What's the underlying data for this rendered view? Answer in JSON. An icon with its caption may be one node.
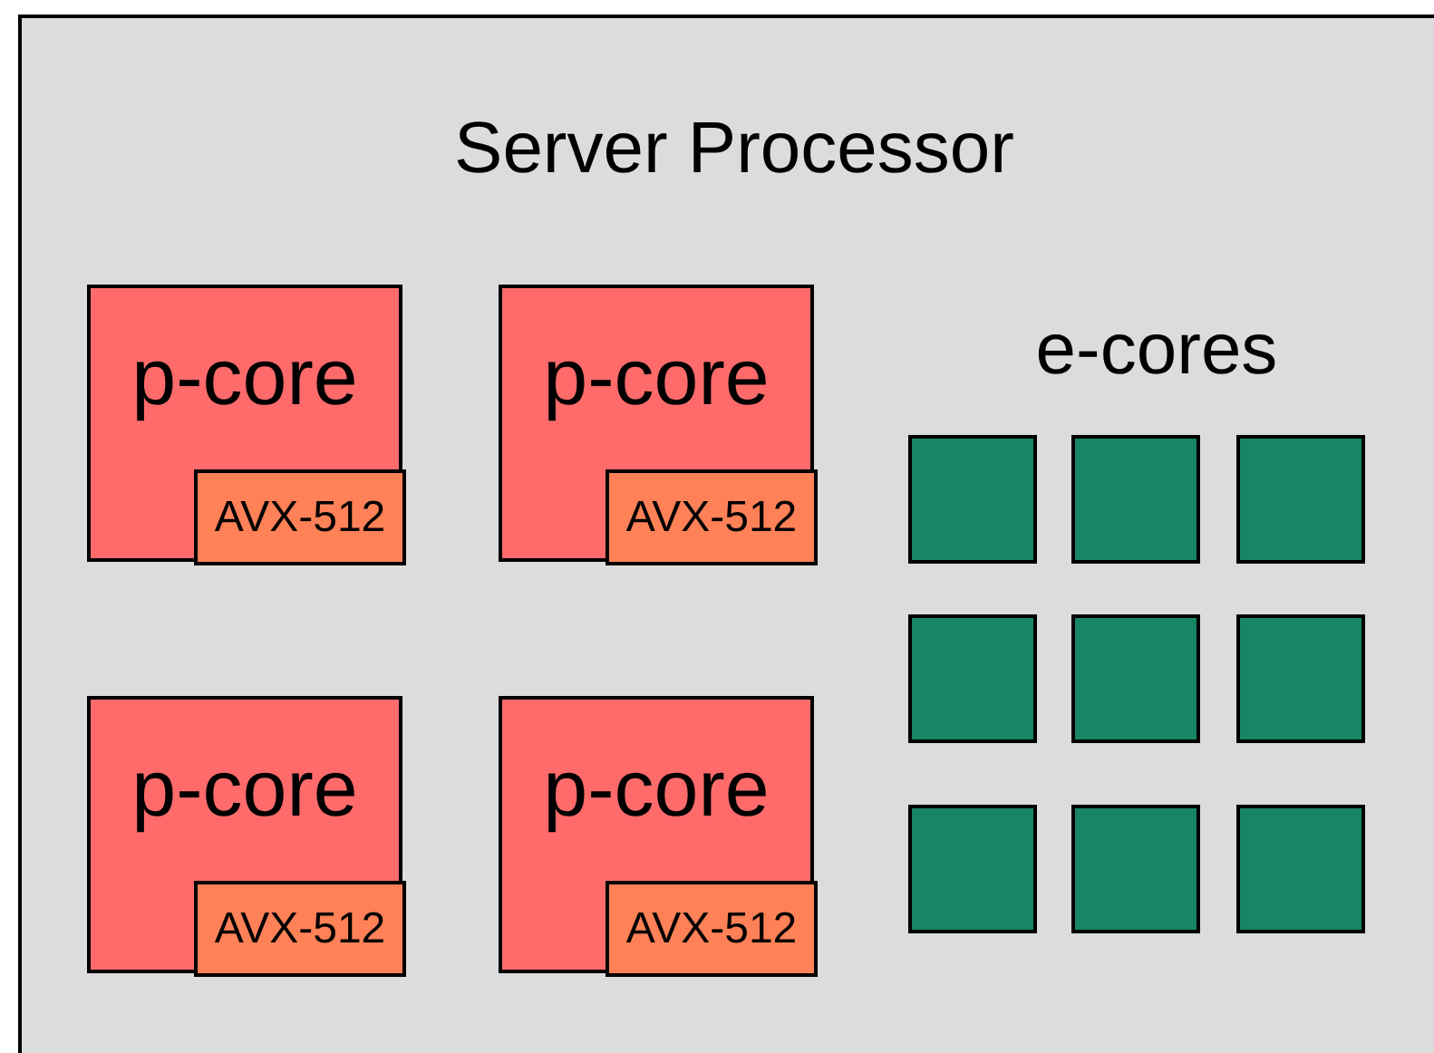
{
  "diagram": {
    "nodes": [
      {
        "text": [
          "Server Processor"
        ]
      },
      {
        "text": [
          "p-core"
        ],
        "in": 0
      },
      {
        "text": [
          "AVX-512"
        ],
        "in": 1
      },
      {
        "text": [
          "p-core"
        ],
        "in": 0
      },
      {
        "text": [
          "AVX-512"
        ],
        "in": 3
      },
      {
        "text": [],
        "shape": "box",
        "in": 0
      },
      {
        "text": [],
        "shape": "box",
        "in": 0
      },
      {
        "text": [],
        "shape": "box",
        "in": 0
      },
      {
        "text": [],
        "shape": "box",
        "in": 0
      },
      {
        "text": [],
        "shape": "box",
        "in": 0
      },
      {
        "text": [],
        "shape": "box",
        "in": 0
      },
      {
        "text": [
          "p-core"
        ],
        "in": 0
      },
      {
        "text": [
          "AVX-512"
        ],
        "in": 11
      },
      {
        "text": [
          "p-core"
        ],
        "in": 0
      },
      {
        "text": [
          "AVX-512"
        ],
        "in": 13
      },
      {
        "text": [],
        "shape": "box",
        "in": 0
      },
      {
        "text": [],
        "shape": "box",
        "in": 0
      },
      {
        "text": [],
        "shape": "box",
        "in": 0
      }
    ],
    "edges": [],
    "labels": [
      "e-cores"
    ]
  }
}
